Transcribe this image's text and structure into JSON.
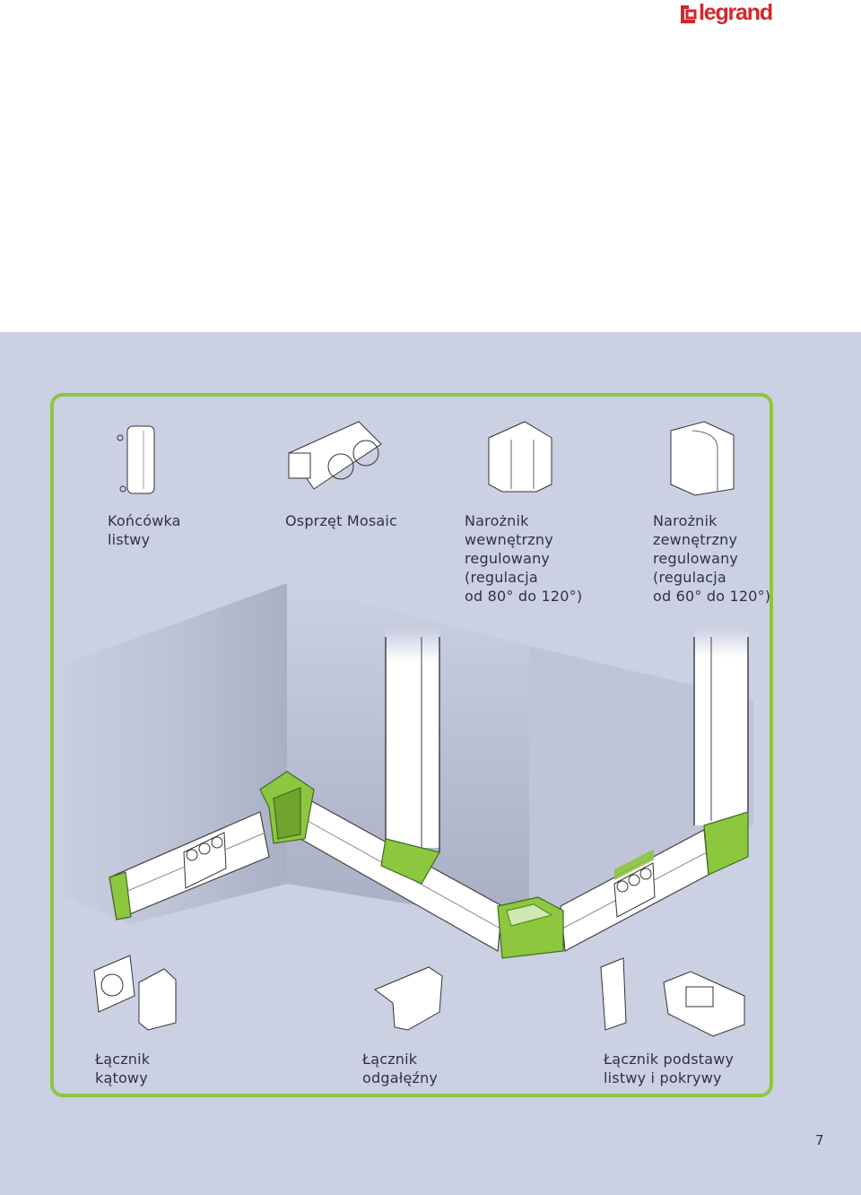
{
  "brand": {
    "name": "legrand",
    "color": "#d6262b"
  },
  "colors": {
    "band": "#cbd0e3",
    "frame": "#8dc63f",
    "accent_green": "#8dc63f"
  },
  "top_labels": [
    {
      "id": "end-cap",
      "text": "Końcówka\nlistwy"
    },
    {
      "id": "mosaic",
      "text": "Osprzęt Mosaic"
    },
    {
      "id": "inner-corner",
      "text": "Narożnik\nwewnętrzny\nregulowany\n(regulacja\nod 80° do 120°)"
    },
    {
      "id": "outer-corner",
      "text": "Narożnik\nzewnętrzny\nregulowany\n(regulacja\nod 60° do 120°)"
    }
  ],
  "bottom_labels": [
    {
      "id": "angle-joint",
      "text": "Łącznik\nkątowy"
    },
    {
      "id": "tee-joint",
      "text": "Łącznik\nodgałęźny"
    },
    {
      "id": "base-cover-joint",
      "text": "Łącznik podstawy\nlistwy i pokrywy"
    }
  ],
  "page_number": "7"
}
